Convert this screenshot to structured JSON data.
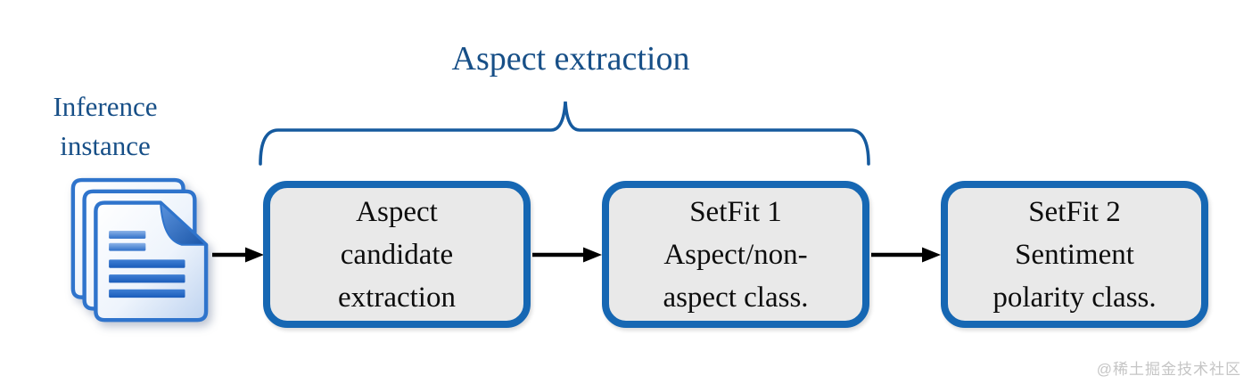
{
  "title": "Aspect extraction",
  "source": {
    "label_line1": "Inference",
    "label_line2": "instance"
  },
  "boxes": [
    {
      "lines": [
        "Aspect",
        "candidate",
        "extraction"
      ]
    },
    {
      "lines": [
        "SetFit 1",
        "Aspect/non-",
        "aspect class."
      ]
    },
    {
      "lines": [
        "SetFit 2",
        "Sentiment",
        "polarity class."
      ]
    }
  ],
  "watermark": "@稀土掘金技术社区",
  "colors": {
    "box_border": "#1667b3",
    "box_fill": "#e9e9e9",
    "box_text": "#0d0d0d",
    "label_text": "#174f87",
    "brace": "#155a9e",
    "arrow": "#000000",
    "watermark": "#c5c5c5"
  }
}
